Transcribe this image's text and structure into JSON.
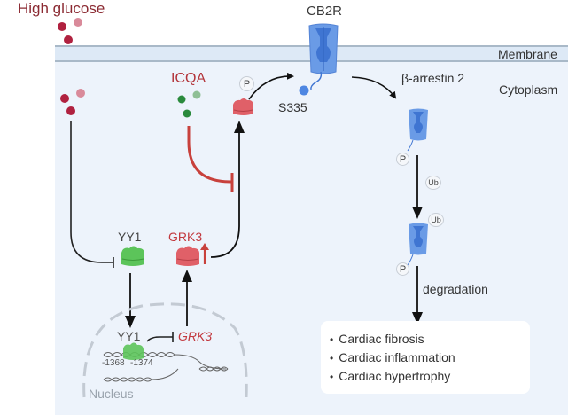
{
  "labels": {
    "high_glucose": "High glucose",
    "cb2r": "CB2R",
    "membrane": "Membrane",
    "cytoplasm": "Cytoplasm",
    "beta_arrestin": "β-arrestin 2",
    "s335": "S335",
    "icqa": "ICQA",
    "yy1": "YY1",
    "grk3": "GRK3",
    "yy1_nucleus": "YY1",
    "grk3_gene": "GRK3",
    "pos1": "-1368",
    "pos2": "-1374",
    "nucleus": "Nucleus",
    "degradation": "degradation",
    "phospho": "P",
    "ubiquitin": "Ub"
  },
  "outcomes": [
    "Cardiac fibrosis",
    "Cardiac inflammation",
    "Cardiac hypertrophy"
  ],
  "colors": {
    "glucose_dark": "#b0213f",
    "glucose_light": "#d98a9a",
    "icqa_dark": "#2a8a3c",
    "icqa_light": "#8fbf95",
    "yy1_protein": "#5cc45a",
    "grk3_protein": "#e06068",
    "inhibit_red": "#c8413c",
    "receptor_blue": "#5b8fe0",
    "membrane_fill": "#dde9f6",
    "cytoplasm_fill": "#edf3fb"
  }
}
